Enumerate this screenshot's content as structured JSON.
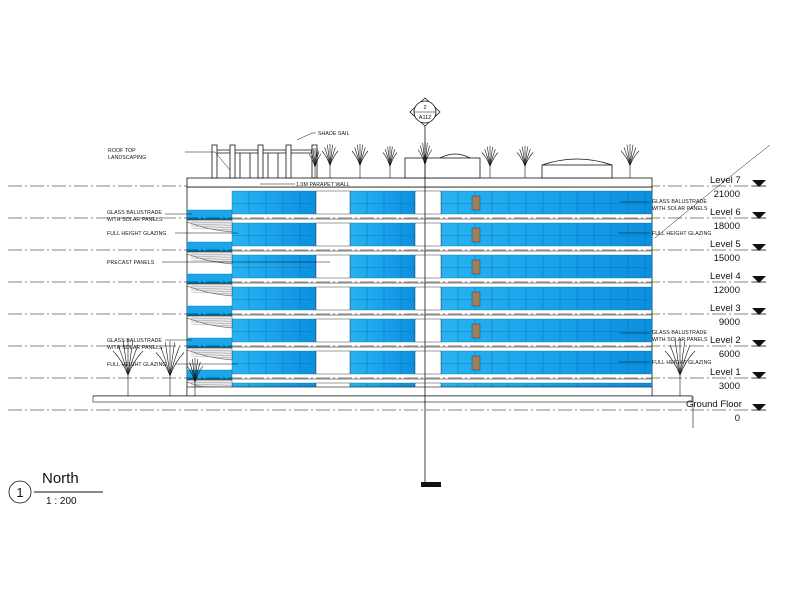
{
  "view": {
    "number": "1",
    "title": "North",
    "scale": "1 : 200"
  },
  "section_tag": {
    "number": "2",
    "sheet": "A112"
  },
  "levels": [
    {
      "name": "Level 7",
      "elevation": "21000"
    },
    {
      "name": "Level 6",
      "elevation": "18000"
    },
    {
      "name": "Level 5",
      "elevation": "15000"
    },
    {
      "name": "Level 4",
      "elevation": "12000"
    },
    {
      "name": "Level 3",
      "elevation": "9000"
    },
    {
      "name": "Level 2",
      "elevation": "6000"
    },
    {
      "name": "Level 1",
      "elevation": "3000"
    },
    {
      "name": "Ground Floor",
      "elevation": "0"
    }
  ],
  "annotations": {
    "shade_sail": "SHADE SAIL",
    "roof_top_1": "ROOF TOP",
    "roof_top_2": "LANDSCAPING",
    "parapet": "1.0M PARAPET WALL",
    "glass_bal_l_top_1": "GLASS BALUSTRADE",
    "glass_bal_l_top_2": "WITH SOLAR PANELS",
    "glazing_l_top": "FULL HEIGHT GLAZING",
    "precast": "PRECAST PANELS",
    "glass_bal_l_bot_1": "GLASS BALUSTRADE",
    "glass_bal_l_bot_2": "WITH SOLAR PANELS",
    "glazing_l_bot": "FULL HEIGHT GLAZING",
    "glass_bal_r_top_1": "GLASS BALUSTRADE",
    "glass_bal_r_top_2": "WITH SOLAR PANELS",
    "glazing_r_top": "FULL HEIGHT GLAZING",
    "glass_bal_r_bot_1": "GLASS BALUSTRADE",
    "glass_bal_r_bot_2": "WITH SOLAR PANELS",
    "glazing_r_bot": "FULL HEIGHT GLAZING"
  },
  "colors": {
    "glazing": "#1aa7ea",
    "glazing_dark": "#0a86d4",
    "line": "#111111"
  }
}
